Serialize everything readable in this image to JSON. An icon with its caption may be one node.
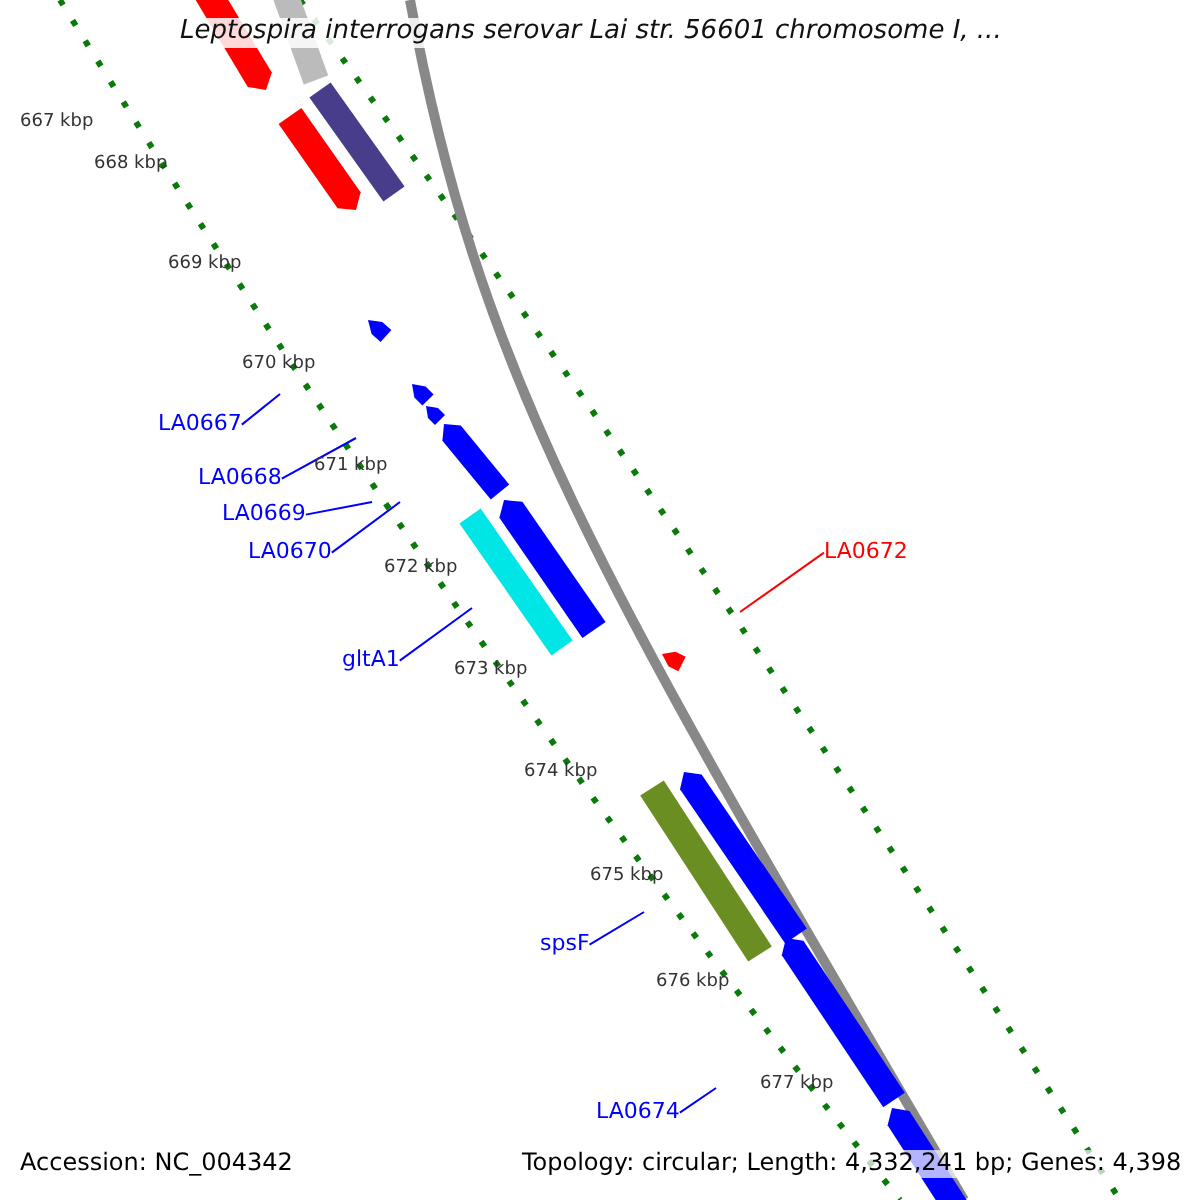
{
  "diagram": {
    "title": "Leptospira interrogans serovar Lai str. 56601 chromosome I, ...",
    "nodes": [
      {
        "text": [
          "LA0667"
        ]
      },
      {
        "text": [
          "LA0668"
        ]
      },
      {
        "text": [
          "LA0669"
        ]
      },
      {
        "text": [
          "LA0670"
        ]
      },
      {
        "text": [
          "gltA1"
        ]
      },
      {
        "text": [
          "LA0672"
        ]
      },
      {
        "text": [
          "spsF"
        ]
      },
      {
        "text": [
          "LA0674"
        ]
      }
    ],
    "edges": [
      {
        "from": 0,
        "to": null,
        "arrow": "none"
      },
      {
        "from": 1,
        "to": null,
        "arrow": "none"
      },
      {
        "from": 2,
        "to": null,
        "arrow": "none"
      },
      {
        "from": 3,
        "to": null,
        "arrow": "none"
      },
      {
        "from": 4,
        "to": null,
        "arrow": "none"
      },
      {
        "from": 5,
        "to": null,
        "arrow": "none",
        "color": "#ff0000"
      },
      {
        "from": 6,
        "to": null,
        "arrow": "none"
      },
      {
        "from": 7,
        "to": null,
        "arrow": "none"
      }
    ],
    "labels": [
      "667 kbp",
      "668 kbp",
      "669 kbp",
      "670 kbp",
      "671 kbp",
      "672 kbp",
      "673 kbp",
      "674 kbp",
      "675 kbp",
      "676 kbp",
      "677 kbp",
      "Accession: NC_004342",
      "Topology: circular; Length: 4,332,241 bp; Genes: 4,398"
    ]
  }
}
